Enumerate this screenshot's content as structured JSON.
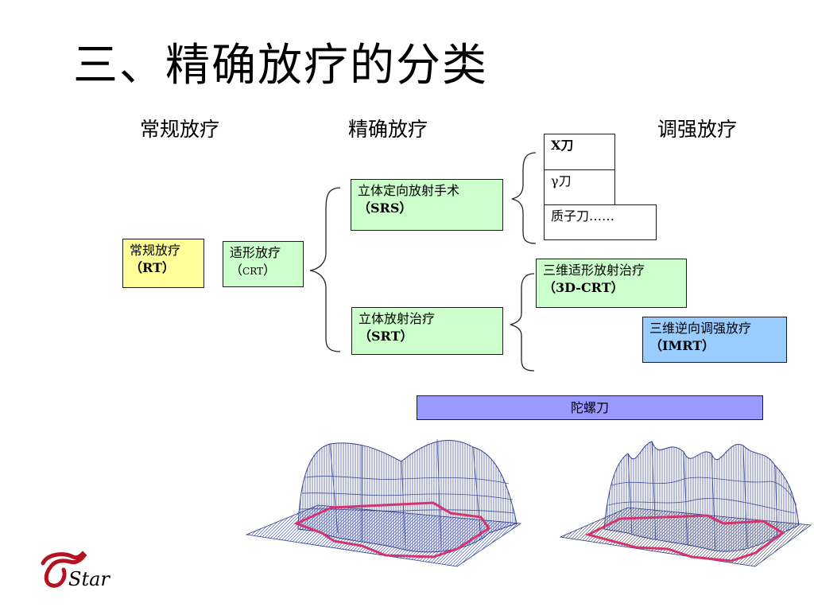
{
  "title": "三、精确放疗的分类",
  "headers": {
    "conventional": "常规放疗",
    "precise": "精确放疗",
    "imrt": "调强放疗"
  },
  "boxes": {
    "rt": {
      "line1": "常规放疗",
      "line2": "（RT）"
    },
    "crt": {
      "line1": "适形放疗",
      "line2_open": "（",
      "line2_mid": "CRT",
      "line2_close": "）"
    },
    "srs": {
      "line1": "立体定向放射手术",
      "line2": "（SRS）"
    },
    "srt": {
      "line1": "立体放射治疗",
      "line2": "（SRT）"
    },
    "xknife": "X刀",
    "gamma": "γ刀",
    "proton": "质子刀……",
    "crt3d": {
      "line1": "三维适形放射治疗",
      "line2": "（3D-CRT）"
    },
    "imrt": {
      "line1": "三维逆向调强放疗",
      "line2": "（IMRT）"
    },
    "gyro": "陀螺刀"
  },
  "logo": {
    "text": "Star"
  },
  "colors": {
    "green": "#ccffcc",
    "yellow": "#ffff99",
    "blue": "#99ccff",
    "purple": "#9999ff",
    "mesh": "#2b3a8c",
    "outline": "#d6336c",
    "logo": "#b3121f"
  }
}
